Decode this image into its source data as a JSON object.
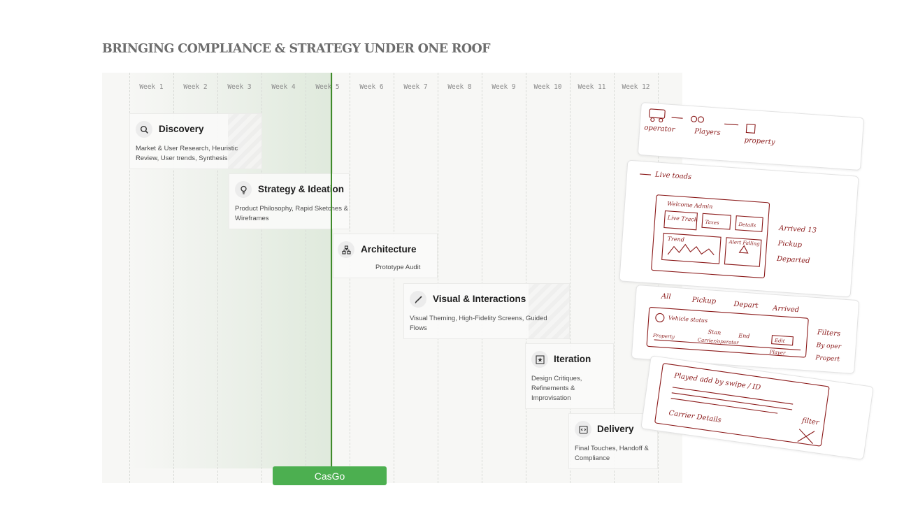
{
  "heading": "BRINGING COMPLIANCE & STRATEGY UNDER ONE ROOF",
  "weeks": [
    "Week 1",
    "Week 2",
    "Week 3",
    "Week 4",
    "Week 5",
    "Week 6",
    "Week 7",
    "Week 8",
    "Week 9",
    "Week 10",
    "Week 11",
    "Week 12"
  ],
  "phases": [
    {
      "title": "Discovery",
      "desc": "Market & User Research, Heuristic Review, User trends, Synthesis",
      "icon": "search-icon"
    },
    {
      "title": "Strategy & Ideation",
      "desc": "Product Philosophy, Rapid Sketches & Wireframes",
      "icon": "lightbulb-icon"
    },
    {
      "title": "Architecture",
      "desc": "Prototype Audit",
      "icon": "sitemap-icon"
    },
    {
      "title": "Visual & Interactions",
      "desc": "Visual Theming, High-Fidelity Screens, Guided Flows",
      "icon": "brush-icon"
    },
    {
      "title": "Iteration",
      "desc": "Design Critiques, Refinements & Improvisation",
      "icon": "star-box-icon"
    },
    {
      "title": "Delivery",
      "desc": "Final Touches, Handoff & Compliance",
      "icon": "code-icon"
    }
  ],
  "marker_label": "CasGo",
  "colors": {
    "accent": "#3f8a2a",
    "marker": "#4caf50",
    "sketch_ink": "#8b1a1a"
  },
  "sketch_notes": {
    "s1": [
      "operator",
      "Players",
      "property"
    ],
    "s2": [
      "Live toads",
      "Welcome Admin",
      "Live Track",
      "Trend",
      "Taxes",
      "Details",
      "Alert Falling",
      "Arrived 13",
      "Pickup",
      "Departed"
    ],
    "s3": [
      "All",
      "Pickup",
      "Depart",
      "Arrived",
      "Vehicle status",
      "Stan",
      "End",
      "Edit",
      "Property",
      "Carrier/operator",
      "Player",
      "Filters",
      "By oper",
      "Propert"
    ],
    "s4": [
      "Played add by swipe / ID",
      "filter",
      "Carrier Details"
    ]
  }
}
